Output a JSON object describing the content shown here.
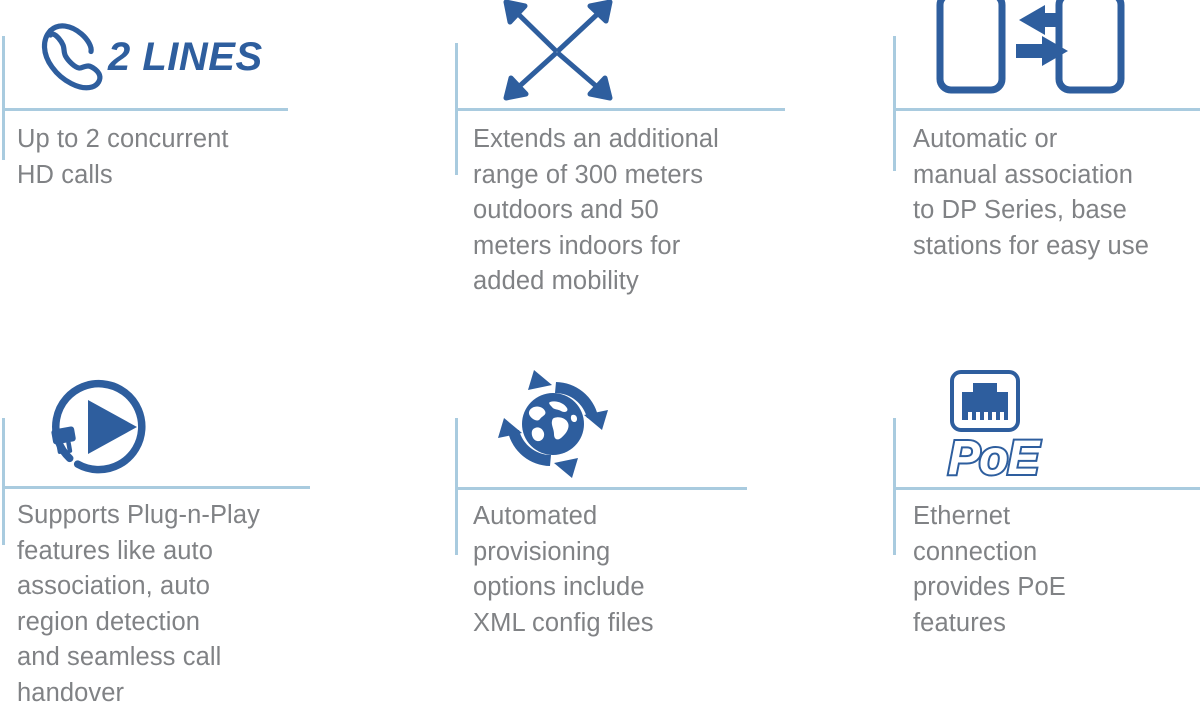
{
  "page": {
    "background": "#ffffff",
    "accent_blue": "#2e5e9e",
    "rule_blue": "#a9cbdf",
    "text_gray": "#808285",
    "layout": "3-column x 2-row feature grid"
  },
  "features": [
    {
      "id": "two-lines",
      "icon": "phone-handset-2-lines-icon",
      "icon_label": "2 LINES",
      "text": "Up to 2 concurrent\nHD calls"
    },
    {
      "id": "extended-range",
      "icon": "four-way-expand-arrows-icon",
      "icon_label": "",
      "text": "Extends an additional\nrange of 300 meters\noutdoors and 50\nmeters indoors for\nadded mobility"
    },
    {
      "id": "association",
      "icon": "two-devices-exchange-arrows-icon",
      "icon_label": "",
      "text": "Automatic or\nmanual association\nto DP Series, base\nstations for easy use"
    },
    {
      "id": "plug-n-play",
      "icon": "plug-and-play-circle-icon",
      "icon_label": "",
      "text": "Supports Plug-n-Play\nfeatures like auto\nassociation, auto\nregion detection\nand seamless call\nhandover"
    },
    {
      "id": "provisioning",
      "icon": "globe-sync-arrows-icon",
      "icon_label": "",
      "text": "Automated\nprovisioning\noptions include\nXML config files"
    },
    {
      "id": "poe",
      "icon": "ethernet-poe-icon",
      "icon_label": "PoE",
      "text": "Ethernet\nconnection\nprovides PoE\nfeatures"
    }
  ]
}
